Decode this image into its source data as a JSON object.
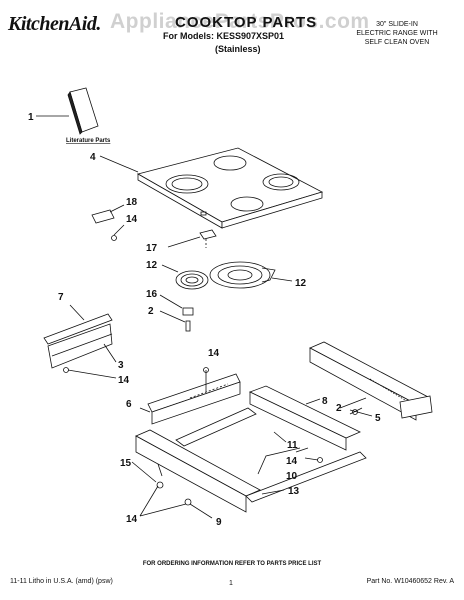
{
  "header": {
    "brand": "KitchenAid.",
    "watermark": "AppliancePartsPros.com",
    "title": "COOKTOP PARTS",
    "model_line": "For Models: KESS907XSP01",
    "finish": "(Stainless)",
    "spec_lines": [
      "30\" SLIDE-IN",
      "ELECTRIC RANGE WITH",
      "SELF CLEAN OVEN"
    ]
  },
  "labels": {
    "literature": "Literature Parts",
    "callouts": [
      "1",
      "4",
      "18",
      "14",
      "17",
      "12",
      "12",
      "16",
      "2",
      "7",
      "3",
      "14",
      "14",
      "6",
      "8",
      "2",
      "5",
      "11",
      "14",
      "10",
      "15",
      "13",
      "14",
      "9"
    ]
  },
  "footer": {
    "note": "FOR ORDERING INFORMATION REFER TO PARTS PRICE LIST",
    "litho": "11-11 Litho in U.S.A. (amd) (psw)",
    "page": "1",
    "part_no": "Part No. W10460652 Rev. A"
  }
}
